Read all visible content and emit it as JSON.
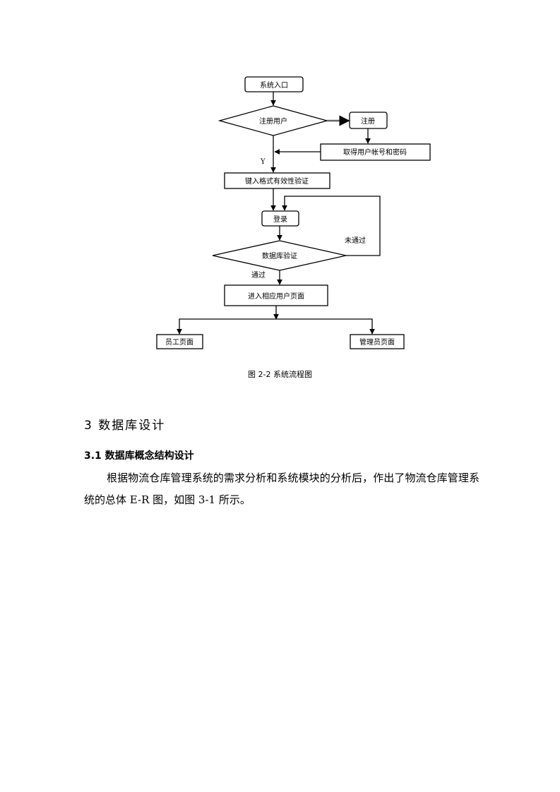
{
  "flowchart": {
    "nodes": {
      "entry": "系统入口",
      "register_user": "注册用户",
      "register": "注册",
      "get_account": "取得用户帐号和密码",
      "input_validate": "键入格式有效性验证",
      "login": "登录",
      "db_validate": "数据库验证",
      "enter_page": "进入相应用户页面",
      "worker_page": "员工页面",
      "admin_page": "管理员页面"
    },
    "edge_labels": {
      "yes": "Y",
      "not_passed": "未通过",
      "passed": "通过"
    }
  },
  "caption": "图 2-2 系统流程图",
  "section_heading": "3 数据库设计",
  "subsection_heading": "3.1 数据库概念结构设计",
  "paragraph": "根据物流仓库管理系统的需求分析和系统模块的分析后，作出了物流仓库管理系统的总体 E-R 图，如图 3-1 所示。"
}
